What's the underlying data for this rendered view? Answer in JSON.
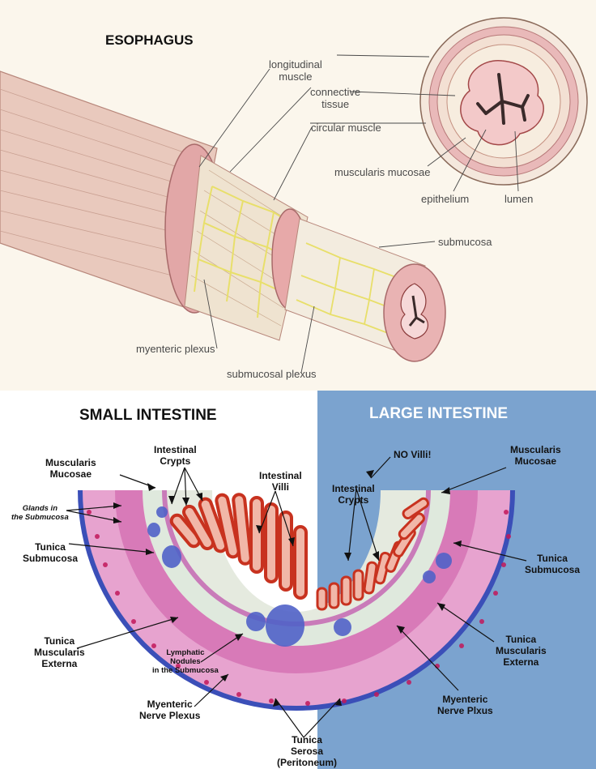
{
  "esophagus": {
    "title": "ESOPHAGUS",
    "labels": {
      "longitudinal_muscle": "longitudinal\nmuscle",
      "connective_tissue": "connective\ntissue",
      "circular_muscle": "circular muscle",
      "muscularis_mucosae": "muscularis mucosae",
      "epithelium": "epithelium",
      "lumen": "lumen",
      "submucosa": "submucosa",
      "myenteric_plexus": "myenteric plexus",
      "submucosal_plexus": "submucosal plexus"
    }
  },
  "intestine": {
    "small_title": "SMALL INTESTINE",
    "large_title": "LARGE INTESTINE",
    "labels": {
      "muscularis_mucosae_left": "Muscularis\nMucosae",
      "intestinal_crypts_left": "Intestinal\nCrypts",
      "intestinal_villi": "Intestinal\nVilli",
      "glands_submucosa": "Glands in\nthe Submucosa",
      "tunica_submucosa_left": "Tunica\nSubmucosa",
      "tunica_muscularis_left": "Tunica\nMuscularis\nExterna",
      "lymphatic_nodules": "Lymphatic\nNodules\nin the Submucosa",
      "myenteric_left": "Myenteric\nNerve Plexus",
      "tunica_serosa": "Tunica\nSerosa\n(Peritoneum)",
      "no_villi": "NO Villi!",
      "intestinal_crypts_right": "Intestinal\nCrypts",
      "muscularis_mucosae_right": "Muscularis\nMucosae",
      "tunica_submucosa_right": "Tunica\nSubmucosa",
      "tunica_muscularis_right": "Tunica\nMuscularis\nExterna",
      "myenteric_right": "Myenteric\nNerve Plxus"
    }
  },
  "colors": {
    "muscle": "#e7bdbd",
    "muscle_edge": "#c98a8a",
    "plexus": "#e8df6a",
    "serosa": "#3b4fb8",
    "villi": "#c8321f",
    "large_bg": "#7ba3cf"
  }
}
